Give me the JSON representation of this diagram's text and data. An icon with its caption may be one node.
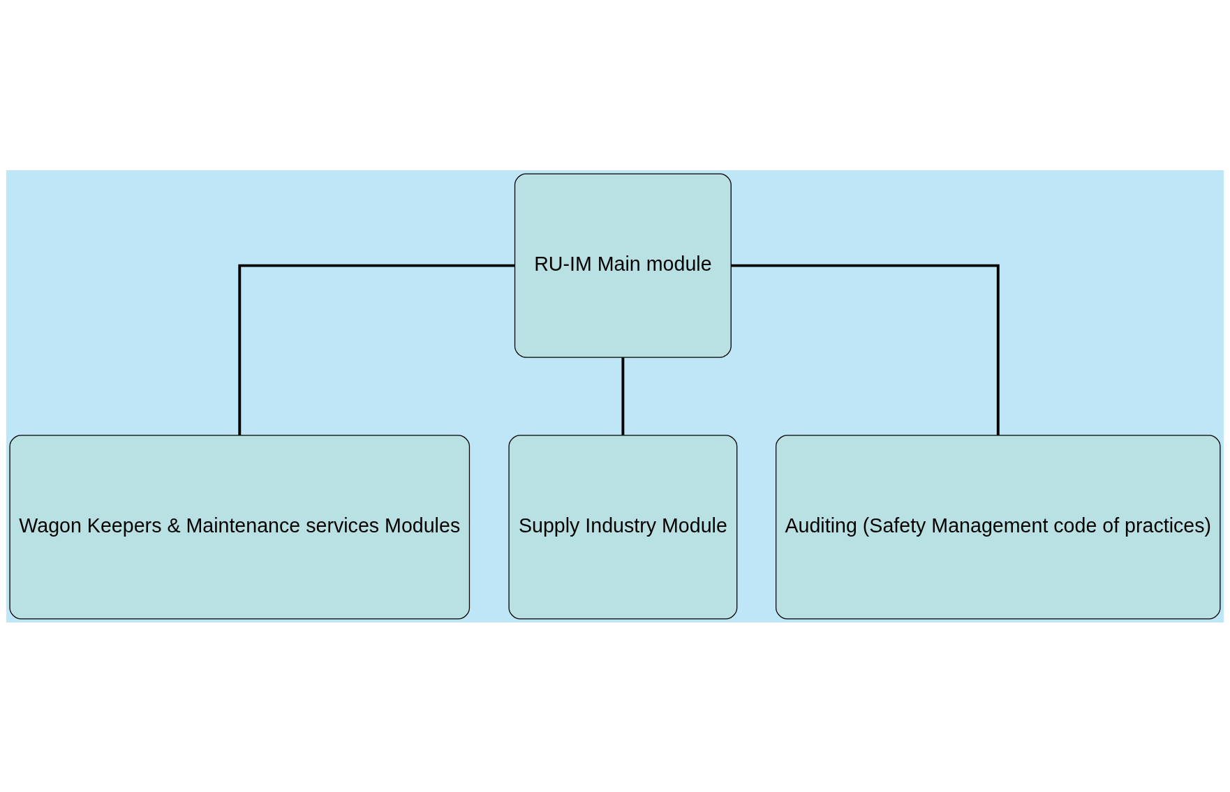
{
  "diagram": {
    "nodes": [
      {
        "text": [
          "RU-IM Main module"
        ]
      },
      {
        "text": [
          "Wagon Keepers & Maintenance services Modules"
        ]
      },
      {
        "text": [
          "Supply Industry Module"
        ]
      },
      {
        "text": [
          "Auditing (Safety Management code of practices)"
        ]
      }
    ],
    "edges": [
      {
        "from": 0,
        "to": 1,
        "arrow": "none"
      },
      {
        "from": 0,
        "to": 2,
        "arrow": "none"
      },
      {
        "from": 0,
        "to": 3,
        "arrow": "none"
      }
    ]
  }
}
